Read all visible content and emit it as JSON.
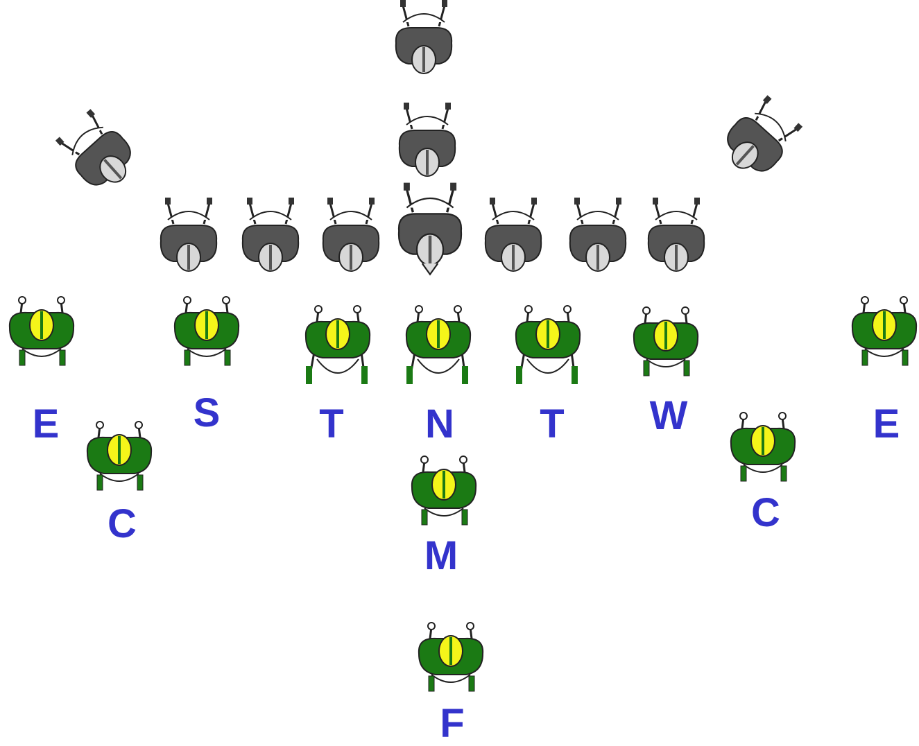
{
  "colors": {
    "offense_jersey": "#545454",
    "offense_helmet": "#d8d8d8",
    "defense_jersey": "#1b7a14",
    "defense_helmet": "#f5f51a",
    "label": "#3333cc"
  },
  "offense": [
    {
      "id": "qb-deep"
    },
    {
      "id": "qb-shotgun"
    },
    {
      "id": "center"
    },
    {
      "id": "left-tackle"
    },
    {
      "id": "left-guard-outer"
    },
    {
      "id": "left-guard"
    },
    {
      "id": "right-guard"
    },
    {
      "id": "right-guard-outer"
    },
    {
      "id": "right-tackle"
    },
    {
      "id": "left-wing"
    },
    {
      "id": "right-wing"
    }
  ],
  "defense": [
    {
      "id": "e-left",
      "label": "E"
    },
    {
      "id": "c-left",
      "label": "C"
    },
    {
      "id": "s",
      "label": "S"
    },
    {
      "id": "t-left",
      "label": "T"
    },
    {
      "id": "n",
      "label": "N"
    },
    {
      "id": "t-right",
      "label": "T"
    },
    {
      "id": "w",
      "label": "W"
    },
    {
      "id": "c-right",
      "label": "C"
    },
    {
      "id": "e-right",
      "label": "E"
    },
    {
      "id": "m",
      "label": "M"
    },
    {
      "id": "f",
      "label": "F"
    }
  ]
}
